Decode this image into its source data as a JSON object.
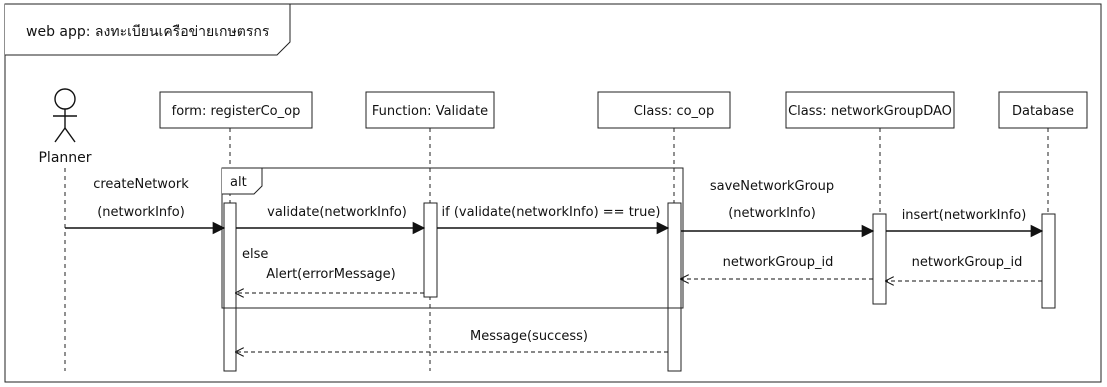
{
  "frame": {
    "title": "web app: ลงทะเบียนเครือข่ายเกษตรกร"
  },
  "actor": {
    "name": "Planner"
  },
  "lifelines": [
    {
      "id": "form",
      "label": "form: registerCo_op"
    },
    {
      "id": "validate",
      "label": "Function: Validate"
    },
    {
      "id": "coop",
      "label": "Class: co_op"
    },
    {
      "id": "dao",
      "label": "Class: networkGroupDAO"
    },
    {
      "id": "db",
      "label": "Database"
    }
  ],
  "fragment": {
    "operator": "alt",
    "guard_else": "else"
  },
  "messages": [
    {
      "line1": "createNetwork",
      "line2": "(networkInfo)",
      "type": "sync"
    },
    {
      "line1": "validate(networkInfo)",
      "type": "sync"
    },
    {
      "line1": "if (validate(networkInfo) == true)",
      "type": "sync"
    },
    {
      "line1": "saveNetworkGroup",
      "line2": "(networkInfo)",
      "type": "sync"
    },
    {
      "line1": "insert(networkInfo)",
      "type": "sync"
    },
    {
      "line1": "networkGroup_id",
      "type": "return"
    },
    {
      "line1": "networkGroup_id",
      "type": "return"
    },
    {
      "line1": "Alert(errorMessage)",
      "type": "return"
    },
    {
      "line1": "Message(success)",
      "type": "return"
    }
  ]
}
